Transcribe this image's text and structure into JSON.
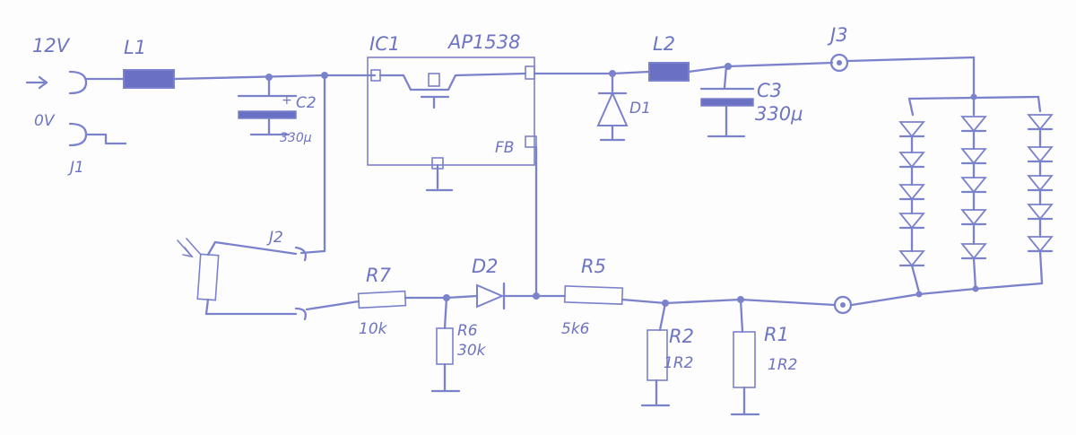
{
  "input": {
    "voltage": "12V",
    "ground": "0V",
    "connector": "J1",
    "arrow": "→"
  },
  "filter": {
    "inductor": "L1",
    "cap": "C2",
    "cap_value": "330μ"
  },
  "ic": {
    "ref": "IC1",
    "part": "AP1538",
    "pin_fb": "FB"
  },
  "output": {
    "diode": "D1",
    "inductor": "L2",
    "cap": "C3",
    "cap_value": "330μ",
    "connector_out": "J3"
  },
  "control": {
    "connector_pot": "J2",
    "r7": "R7",
    "r7_value": "10k",
    "d2": "D2",
    "r6": "R6",
    "r6_value": "30k",
    "r5": "R5",
    "r5_value": "5k6",
    "r2": "R2",
    "r2_value": "1R2",
    "r1": "R1",
    "r1_value": "1R2"
  },
  "colors": {
    "ink": "#7b82cc",
    "fill": "#6a70c4",
    "paper": "#fdfdfd"
  }
}
